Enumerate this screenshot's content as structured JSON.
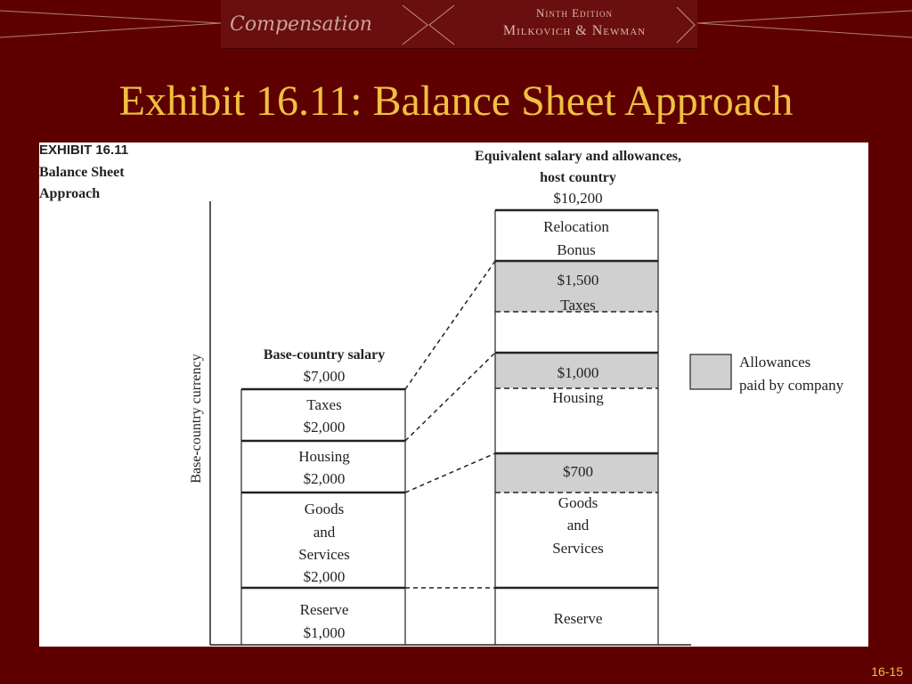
{
  "header": {
    "brand": "Compensation",
    "edition": "Ninth Edition",
    "authors": "Milkovich & Newman"
  },
  "slide": {
    "title": "Exhibit 16.11:  Balance Sheet Approach",
    "page_number": "16-15"
  },
  "exhibit": {
    "number": "EXHIBIT 16.11",
    "caption": "Balance Sheet Approach",
    "y_axis_label": "Base-country currency",
    "base_column": {
      "heading": "Base-country salary",
      "total": "$7,000",
      "segments": [
        {
          "lines": [
            "Taxes",
            "$2,000"
          ]
        },
        {
          "lines": [
            "Housing",
            "$2,000"
          ]
        },
        {
          "lines": [
            "Goods",
            "and",
            "Services",
            "$2,000"
          ]
        },
        {
          "lines": [
            "Reserve",
            "$1,000"
          ]
        }
      ]
    },
    "host_column": {
      "heading_line1": "Equivalent salary and allowances,",
      "heading_line2": "host country",
      "total": "$10,200",
      "segments": [
        {
          "lines": [
            "Relocation",
            "Bonus"
          ]
        },
        {
          "lines": [
            "$1,500",
            "Taxes"
          ]
        },
        {
          "lines": [
            "$1,000",
            "Housing"
          ]
        },
        {
          "lines": [
            "$700"
          ]
        },
        {
          "lines": [
            "Goods",
            "and",
            "Services"
          ]
        },
        {
          "lines": [
            "Reserve"
          ]
        }
      ]
    },
    "legend": {
      "line1": "Allowances",
      "line2": "paid by company",
      "swatch_color": "#d0d0d0"
    }
  },
  "colors": {
    "background": "#5e0000",
    "title": "#f0c040",
    "allowance_fill": "#d0d0d0"
  }
}
